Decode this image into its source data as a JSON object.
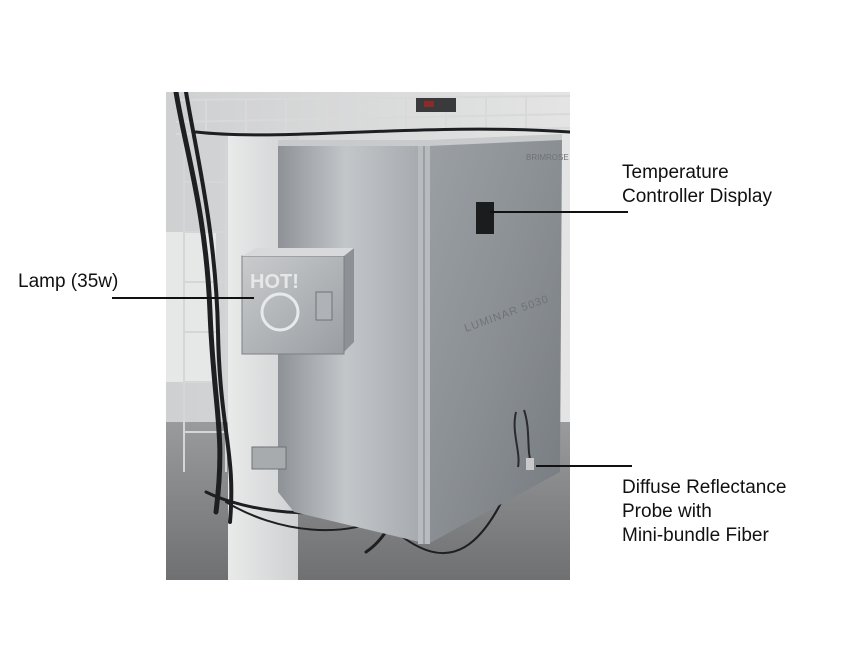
{
  "labels": {
    "lamp": [
      "Lamp (35w)"
    ],
    "temperature": [
      "Temperature",
      "Controller Display"
    ],
    "probe": [
      "Diffuse Reflectance",
      "Probe with",
      "Mini-bundle Fiber"
    ]
  },
  "photo": {
    "cabinet_text": "LUMINAR 5030",
    "brand_text": "BRIMROSE",
    "hot_sign_text": "HOT!"
  },
  "colors": {
    "text": "#111111",
    "cabinet_steel": "#9a9ea2",
    "background_wall": "#d9dadb",
    "floor": "#7f8082"
  }
}
